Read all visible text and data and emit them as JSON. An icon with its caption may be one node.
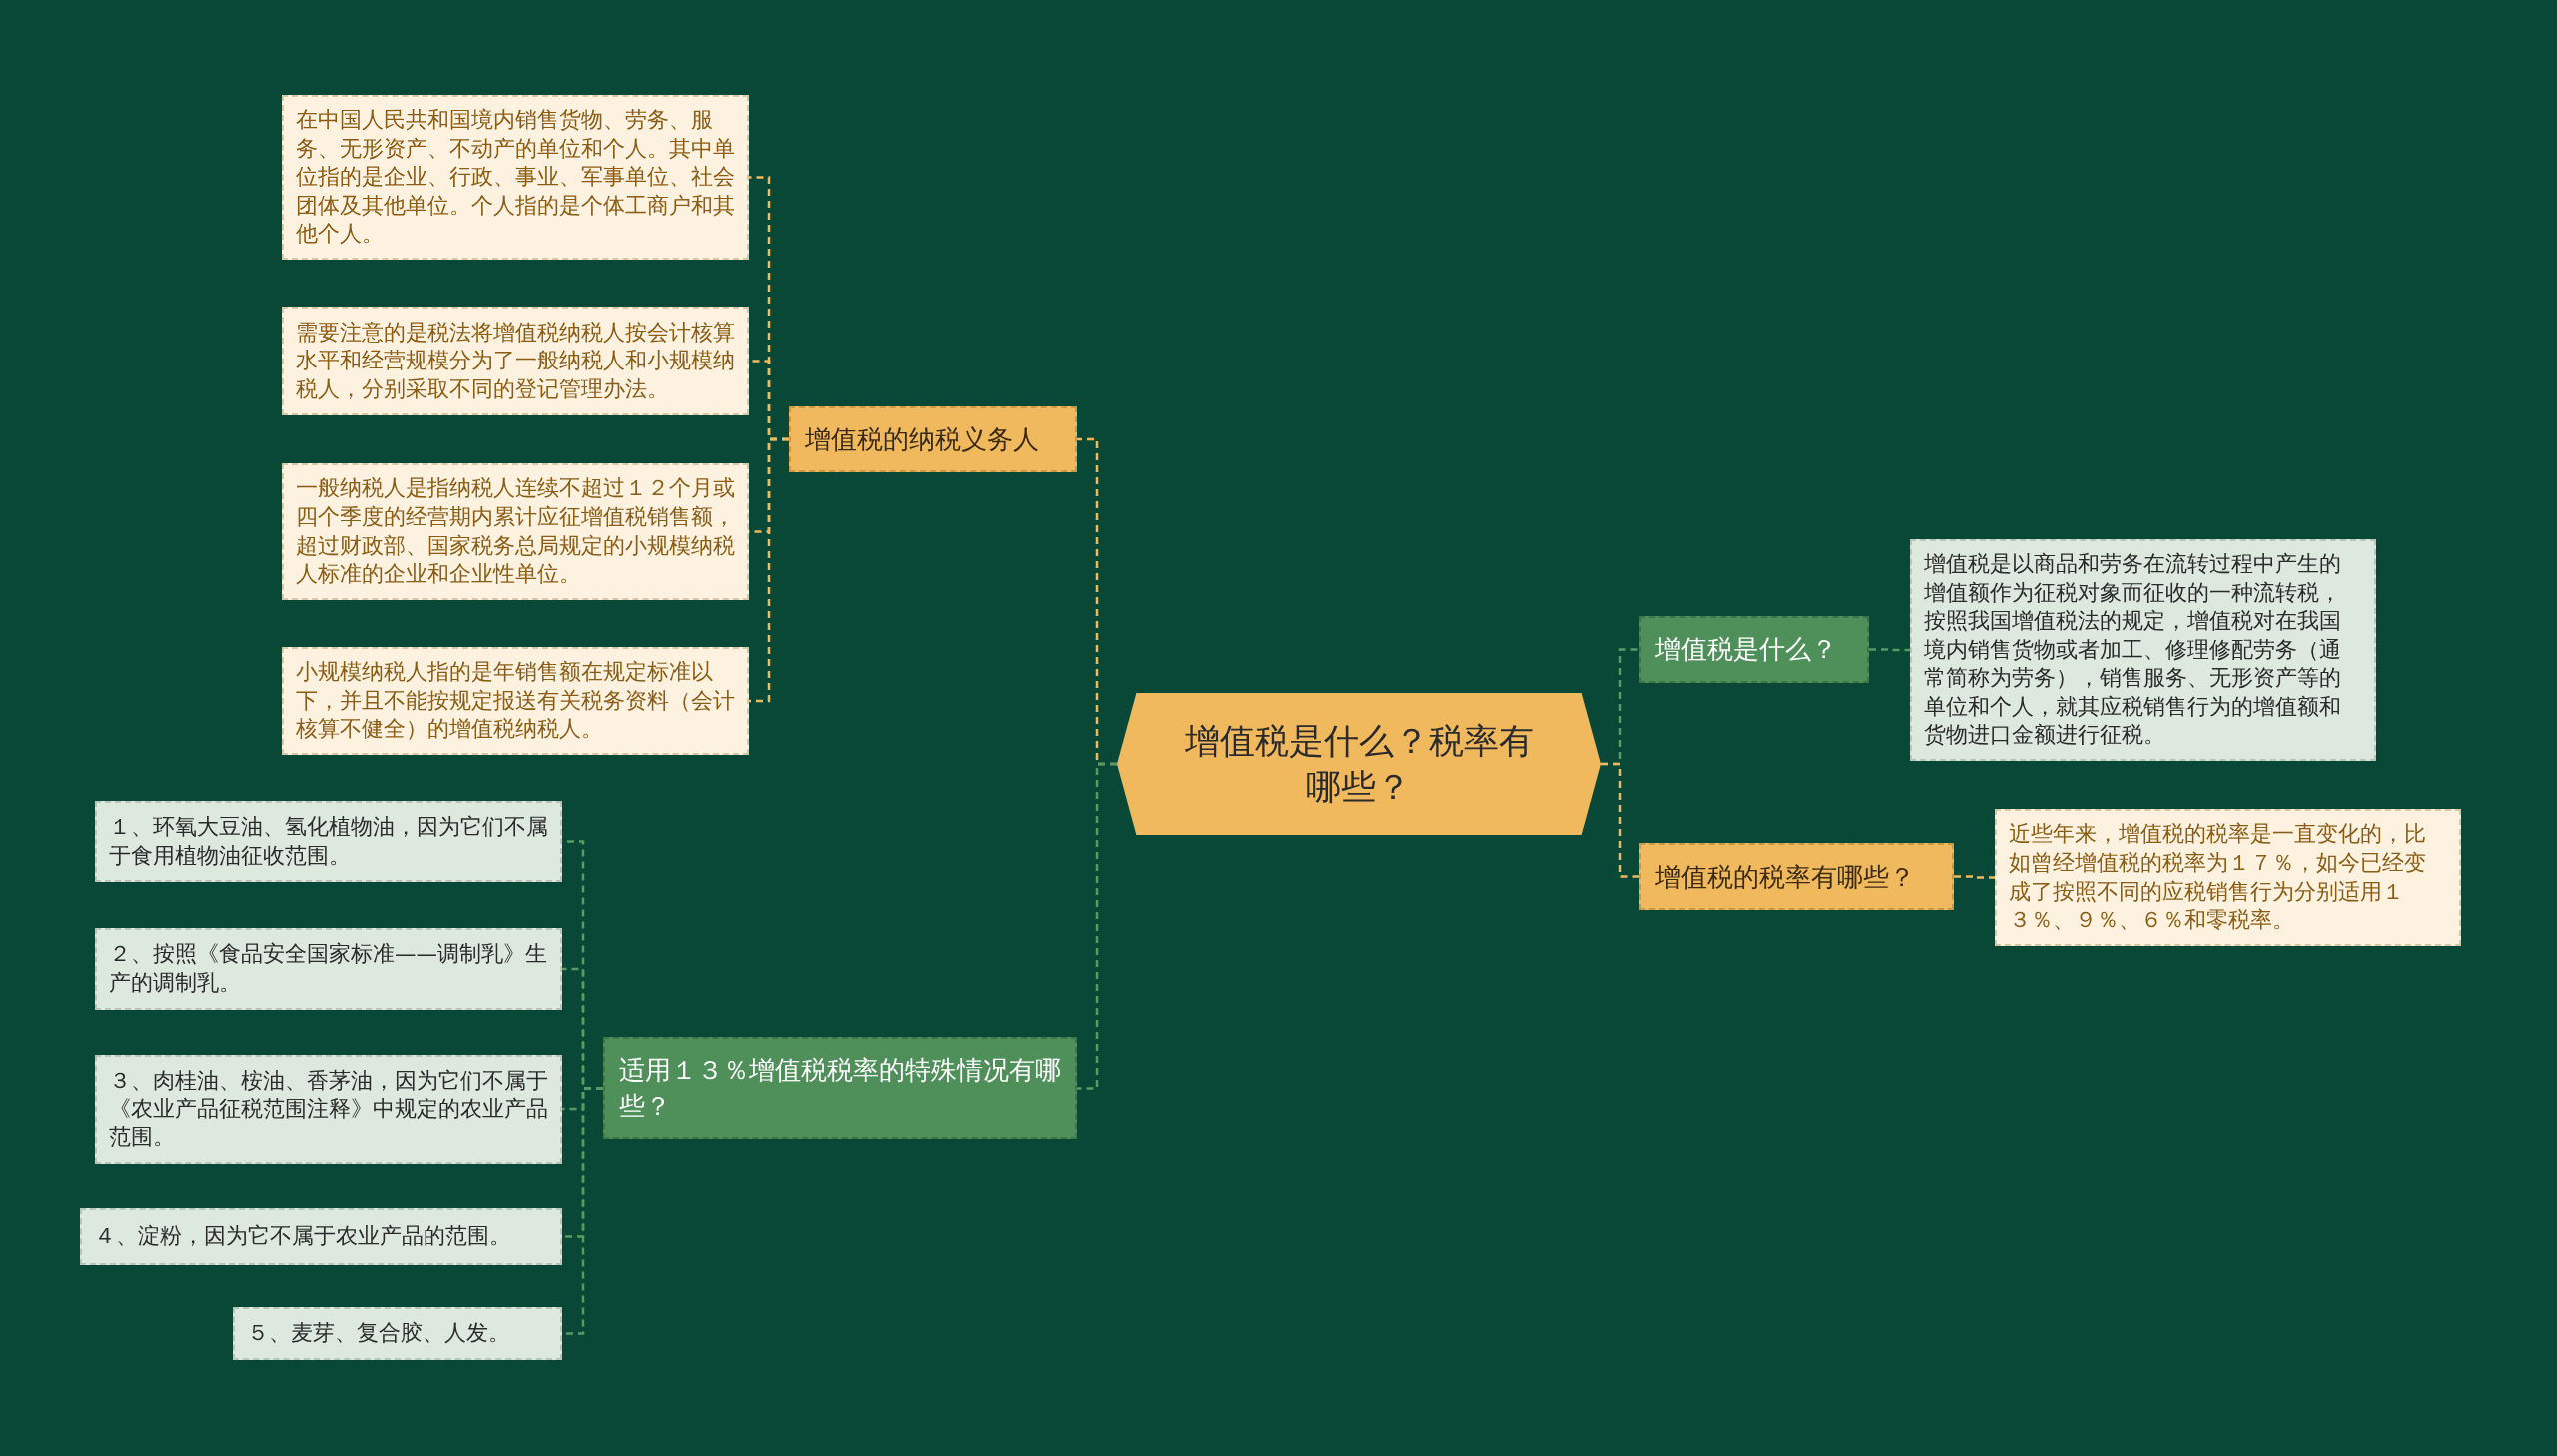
{
  "diagram": {
    "nodes": [
      {
        "text": [
          "增值税是什么？税率有哪些？"
        ]
      },
      {
        "text": [
          "增值税的纳税义务人"
        ]
      },
      {
        "text": [
          "在中国人民共和国境内销售货物、劳务、服务、无形资产、不动产的单位和个人。其中单位指的是企业、行政、事业、军事单位、社会团体及其他单位。个人指的是个体工商户和其他个人。"
        ]
      },
      {
        "text": [
          "需要注意的是税法将增值税纳税人按会计核算水平和经营规模分为了一般纳税人和小规模纳税人，分别采取不同的登记管理办法。"
        ]
      },
      {
        "text": [
          "一般纳税人是指纳税人连续不超过１２个月或四个季度的经营期内累计应征增值税销售额，超过财政部、国家税务总局规定的小规模纳税人标准的企业和企业性单位。"
        ]
      },
      {
        "text": [
          "小规模纳税人指的是年销售额在规定标准以下，并且不能按规定报送有关税务资料（会计核算不健全）的增值税纳税人。"
        ]
      },
      {
        "text": [
          "适用１３％增值税税率的特殊情况有哪些？"
        ]
      },
      {
        "text": [
          "１、环氧大豆油、氢化植物油，因为它们不属于食用植物油征收范围。"
        ]
      },
      {
        "text": [
          "２、按照《食品安全国家标准——调制乳》生产的调制乳。"
        ]
      },
      {
        "text": [
          "３、肉桂油、桉油、香茅油，因为它们不属于《农业产品征税范围注释》中规定的农业产品范围。"
        ]
      },
      {
        "text": [
          "４、淀粉，因为它不属于农业产品的范围。"
        ]
      },
      {
        "text": [
          "５、麦芽、复合胶、人发。"
        ]
      },
      {
        "text": [
          "增值税是什么？"
        ]
      },
      {
        "text": [
          "增值税是以商品和劳务在流转过程中产生的增值额作为征税对象而征收的一种流转税，按照我国增值税法的规定，增值税对在我国境内销售货物或者加工、修理修配劳务（通常简称为劳务），销售服务、无形资产等的单位和个人，就其应税销售行为的增值额和货物进口金额进行征税。"
        ]
      },
      {
        "text": [
          "增值税的税率有哪些？"
        ]
      },
      {
        "text": [
          "近些年来，增值税的税率是一直变化的，比如曾经增值税的税率为１７％，如今已经变成了按照不同的应税销售行为分别适用１３％、９％、６％和零税率。"
        ]
      }
    ],
    "edges": [
      {
        "from": 0,
        "to": 1,
        "arrow": "none",
        "style": "dashed",
        "color": "#f0b95e"
      },
      {
        "from": 1,
        "to": 2,
        "arrow": "none",
        "style": "dashed",
        "color": "#f0b95e"
      },
      {
        "from": 1,
        "to": 3,
        "arrow": "none",
        "style": "dashed",
        "color": "#f0b95e"
      },
      {
        "from": 1,
        "to": 4,
        "arrow": "none",
        "style": "dashed",
        "color": "#f0b95e"
      },
      {
        "from": 1,
        "to": 5,
        "arrow": "none",
        "style": "dashed",
        "color": "#f0b95e"
      },
      {
        "from": 0,
        "to": 6,
        "arrow": "none",
        "style": "dashed",
        "color": "#5a9a62"
      },
      {
        "from": 6,
        "to": 7,
        "arrow": "none",
        "style": "dashed",
        "color": "#5a9a62"
      },
      {
        "from": 6,
        "to": 8,
        "arrow": "none",
        "style": "dashed",
        "color": "#5a9a62"
      },
      {
        "from": 6,
        "to": 9,
        "arrow": "none",
        "style": "dashed",
        "color": "#5a9a62"
      },
      {
        "from": 6,
        "to": 10,
        "arrow": "none",
        "style": "dashed",
        "color": "#5a9a62"
      },
      {
        "from": 6,
        "to": 11,
        "arrow": "none",
        "style": "dashed",
        "color": "#5a9a62"
      },
      {
        "from": 0,
        "to": 12,
        "arrow": "none",
        "style": "dashed",
        "color": "#5a9a62"
      },
      {
        "from": 12,
        "to": 13,
        "arrow": "none",
        "style": "dashed",
        "color": "#5a9a62"
      },
      {
        "from": 0,
        "to": 14,
        "arrow": "none",
        "style": "dashed",
        "color": "#f0b95e"
      },
      {
        "from": 14,
        "to": 15,
        "arrow": "none",
        "style": "dashed",
        "color": "#f0b95e"
      }
    ]
  }
}
